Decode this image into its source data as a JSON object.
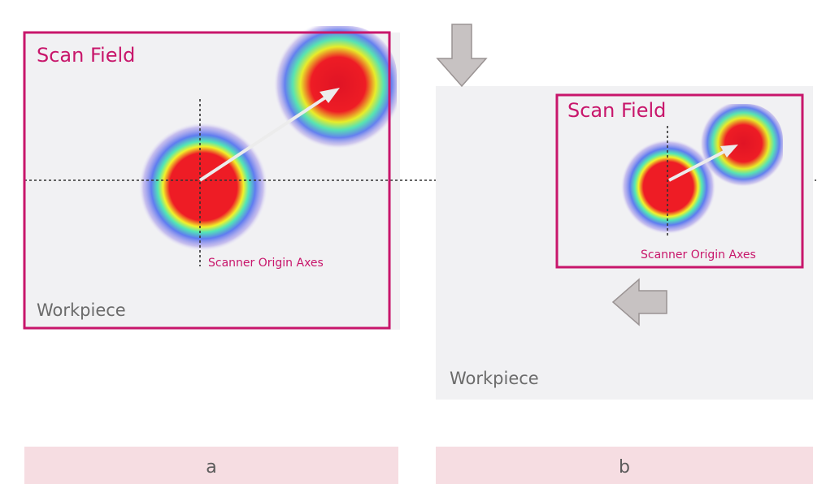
{
  "colors": {
    "accent": "#c8166b",
    "workpiece_bg": "#f1f1f3",
    "panel_bar": "#f6dde2",
    "axis_line": "#333333",
    "arrow_fill": "#c7c2c2",
    "arrow_stroke": "#9a9393"
  },
  "panel_a": {
    "scan_field_label": "Scan Field",
    "axes_label": "Scanner Origin Axes",
    "workpiece_label": "Workpiece",
    "caption": "a"
  },
  "panel_b": {
    "scan_field_label": "Scan Field",
    "axes_label": "Scanner Origin Axes",
    "workpiece_label": "Workpiece",
    "caption": "b"
  },
  "icons": {
    "move_down": "down-arrow-icon",
    "move_left": "left-arrow-icon"
  }
}
